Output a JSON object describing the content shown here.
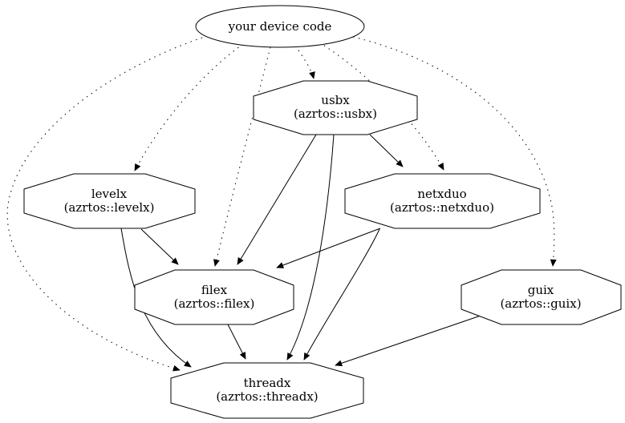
{
  "diagram": {
    "type": "dependency-graph",
    "colors": {
      "background": "#ffffff",
      "line": "#000000",
      "text": "#000000"
    },
    "nodes": {
      "device": {
        "label": "your device code",
        "shape": "ellipse"
      },
      "usbx": {
        "name": "usbx",
        "package": "(azrtos::usbx)",
        "shape": "octagon"
      },
      "levelx": {
        "name": "levelx",
        "package": "(azrtos::levelx)",
        "shape": "octagon"
      },
      "netxduo": {
        "name": "netxduo",
        "package": "(azrtos::netxduo)",
        "shape": "octagon"
      },
      "filex": {
        "name": "filex",
        "package": "(azrtos::filex)",
        "shape": "octagon"
      },
      "guix": {
        "name": "guix",
        "package": "(azrtos::guix)",
        "shape": "octagon"
      },
      "threadx": {
        "name": "threadx",
        "package": "(azrtos::threadx)",
        "shape": "octagon"
      }
    },
    "edges": [
      {
        "from": "your device code",
        "to": "usbx",
        "style": "dotted"
      },
      {
        "from": "your device code",
        "to": "levelx",
        "style": "dotted"
      },
      {
        "from": "your device code",
        "to": "netxduo",
        "style": "dotted"
      },
      {
        "from": "your device code",
        "to": "filex",
        "style": "dotted"
      },
      {
        "from": "your device code",
        "to": "guix",
        "style": "dotted"
      },
      {
        "from": "your device code",
        "to": "threadx",
        "style": "dotted"
      },
      {
        "from": "usbx",
        "to": "netxduo",
        "style": "solid"
      },
      {
        "from": "usbx",
        "to": "filex",
        "style": "solid"
      },
      {
        "from": "usbx",
        "to": "threadx",
        "style": "solid"
      },
      {
        "from": "levelx",
        "to": "filex",
        "style": "solid"
      },
      {
        "from": "levelx",
        "to": "threadx",
        "style": "solid"
      },
      {
        "from": "netxduo",
        "to": "filex",
        "style": "solid"
      },
      {
        "from": "netxduo",
        "to": "threadx",
        "style": "solid"
      },
      {
        "from": "filex",
        "to": "threadx",
        "style": "solid"
      },
      {
        "from": "guix",
        "to": "threadx",
        "style": "solid"
      }
    ]
  }
}
